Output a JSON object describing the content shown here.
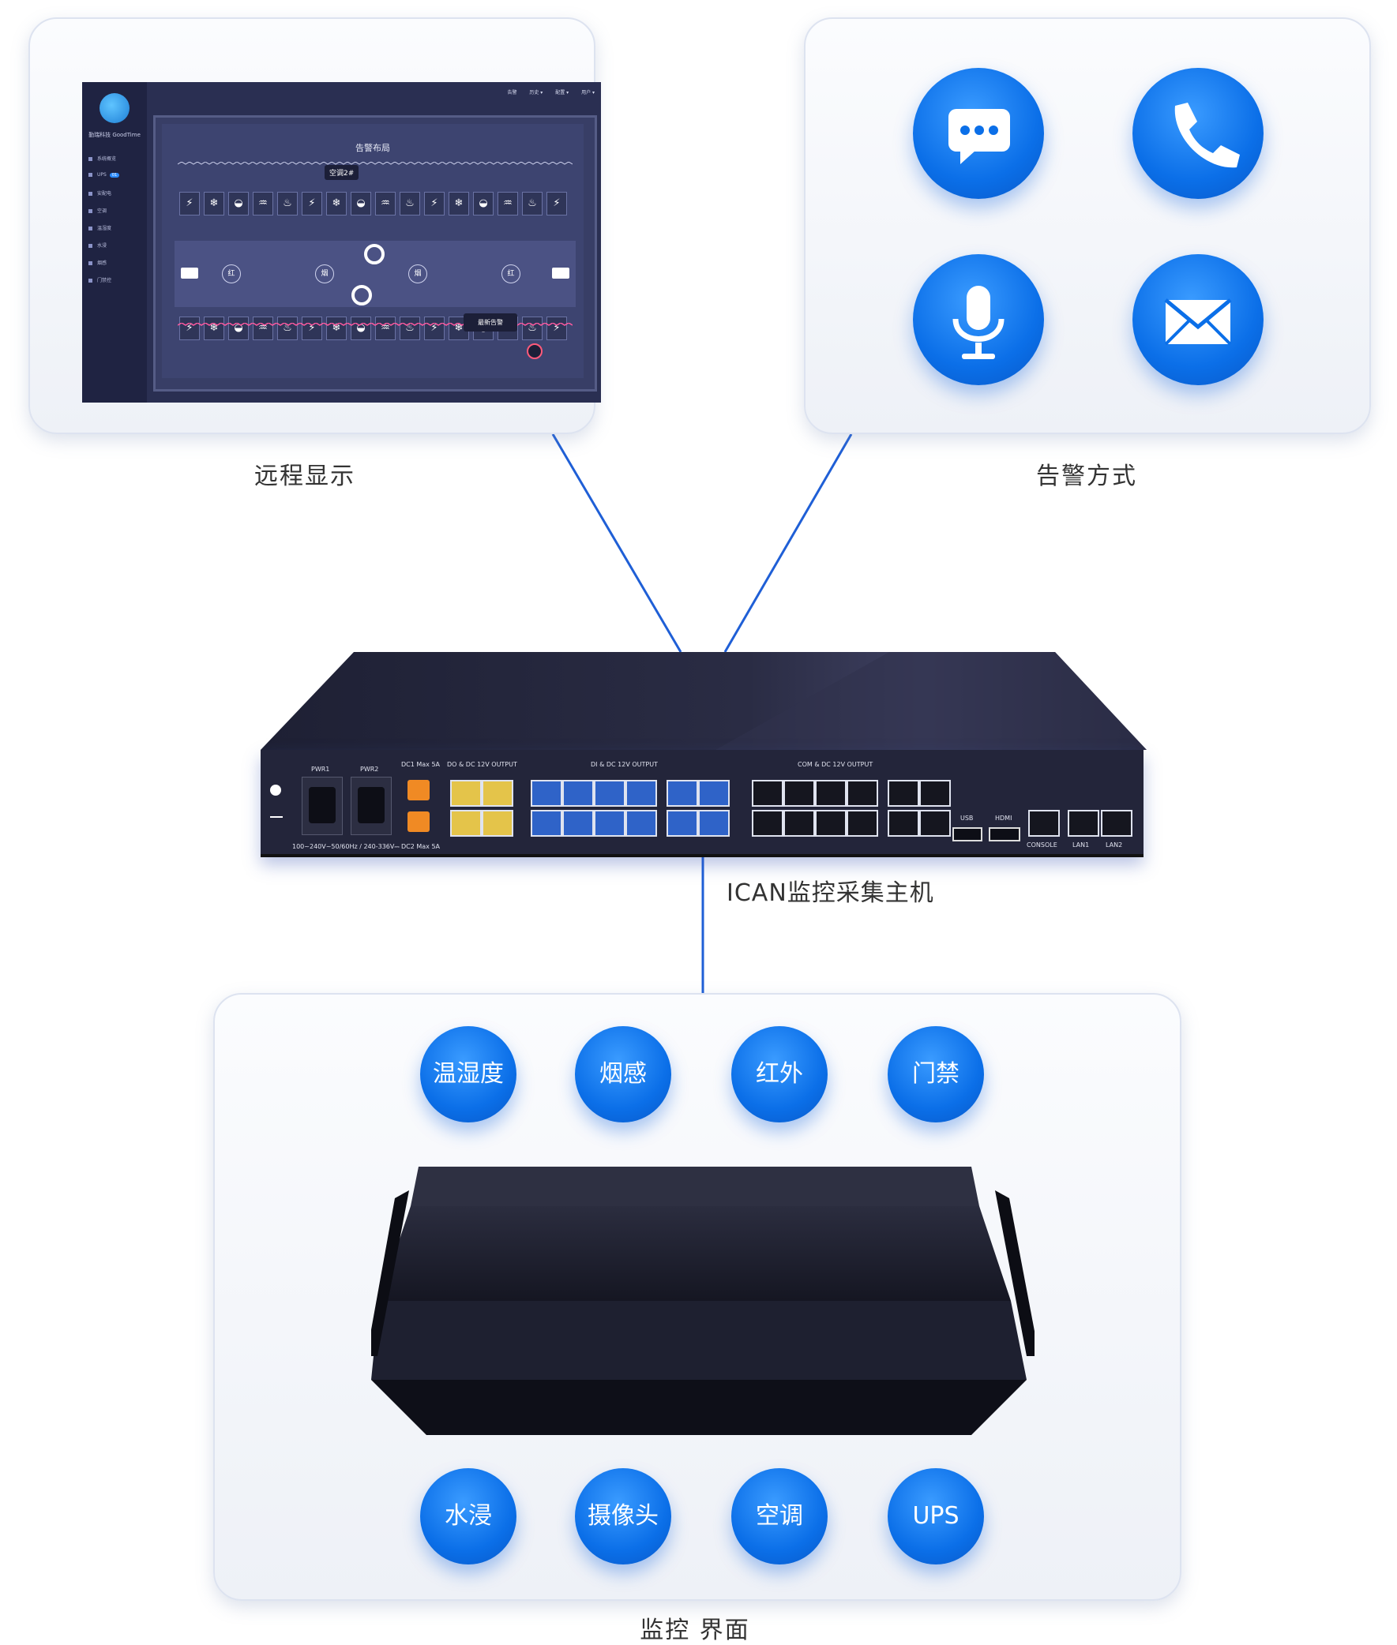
{
  "remote_display": {
    "caption": "远程显示",
    "screen": {
      "brand": "勤瑞科技 GoodTime",
      "sidebar_items": [
        {
          "label": "系统概览"
        },
        {
          "label": "UPS",
          "badge": "01"
        },
        {
          "label": "安配电"
        },
        {
          "label": "空调"
        },
        {
          "label": "温湿度"
        },
        {
          "label": "水浸"
        },
        {
          "label": "烟感"
        },
        {
          "label": "门禁控"
        }
      ],
      "topbar": [
        "告警",
        "历史 ▾",
        "配置 ▾",
        "用户 ▾"
      ],
      "layout_title": "告警布局",
      "tooltip": "空调2#",
      "aisle_labels": [
        "红",
        "烟",
        "烟",
        "红"
      ],
      "latest_alarm": "最新告警"
    }
  },
  "alert_methods": {
    "caption": "告警方式",
    "methods": [
      {
        "icon": "sms-icon"
      },
      {
        "icon": "phone-icon"
      },
      {
        "icon": "voice-icon"
      },
      {
        "icon": "email-icon"
      }
    ]
  },
  "host": {
    "caption": "ICAN监控采集主机",
    "panel_labels": {
      "pwr1": "PWR1",
      "pwr2": "PWR2",
      "dc1": "DC1 Max 5A",
      "dc2": "DC2 Max 5A",
      "do_group": "DO & DC 12V OUTPUT",
      "di_group": "DI & DC 12V OUTPUT",
      "com_group": "COM & DC 12V OUTPUT",
      "voltage": "100~240V~50/60Hz / 240-336V⎓",
      "usb": "USB",
      "hdmi": "HDMI",
      "console": "CONSOLE",
      "lan1": "LAN1",
      "lan2": "LAN2"
    }
  },
  "monitoring": {
    "caption": "监控 界面",
    "sensors_top": [
      "温湿度",
      "烟感",
      "红外",
      "门禁"
    ],
    "sensors_bottom": [
      "水浸",
      "摄像头",
      "空调",
      "UPS"
    ]
  },
  "colors": {
    "accent": "#0b6fe8",
    "line": "#1f5fd6",
    "device": "#23253a"
  }
}
